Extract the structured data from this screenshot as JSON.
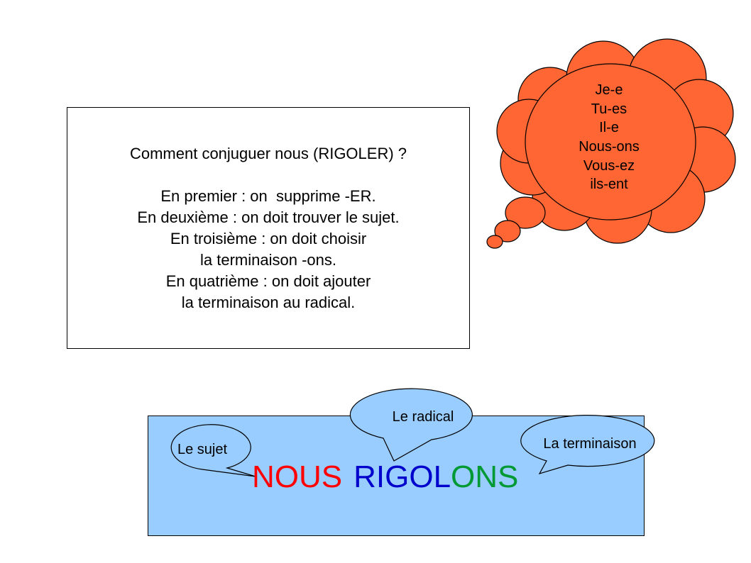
{
  "instructions": {
    "title": "Comment conjuguer nous (RIGOLER) ?",
    "steps": [
      "En premier : on  supprime -ER.",
      "En deuxième : on doit trouver le sujet.",
      "En troisième : on doit choisir",
      "la terminaison -ons.",
      "En quatrième : on doit ajouter",
      "la terminaison au radical."
    ]
  },
  "endings_cloud": {
    "lines": [
      "Je-e",
      "Tu-es",
      "Il-e",
      "Nous-ons",
      "Vous-ez",
      "ils-ent"
    ],
    "fill": "#ff6633"
  },
  "example": {
    "background": "#99ccff",
    "subject": "NOUS",
    "radical": "RIGOL",
    "ending": "ONS",
    "colors": {
      "subject": "#ff0000",
      "radical": "#0000cc",
      "ending": "#009933"
    },
    "callouts": {
      "subject": "Le sujet",
      "radical": "Le radical",
      "ending": "La terminaison"
    }
  }
}
